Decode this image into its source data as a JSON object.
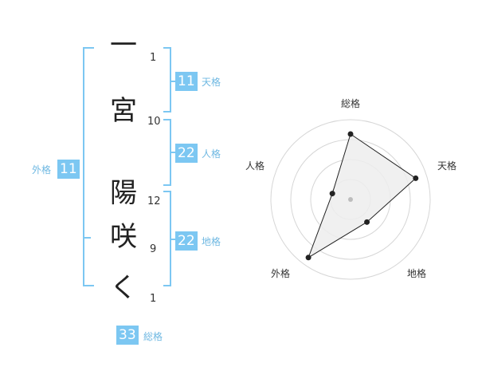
{
  "name": {
    "characters": [
      "一",
      "宮",
      "陽",
      "咲",
      "く"
    ],
    "strokes": [
      "1",
      "10",
      "12",
      "9",
      "1"
    ]
  },
  "kakusu": {
    "tenkaku": {
      "label": "天格",
      "value": "11"
    },
    "jinkaku": {
      "label": "人格",
      "value": "22"
    },
    "chikaku": {
      "label": "地格",
      "value": "22"
    },
    "gaikaku": {
      "label": "外格",
      "value": "11"
    },
    "soukaku": {
      "label": "総格",
      "value": "33"
    }
  },
  "radar": {
    "axes": [
      "総格",
      "天格",
      "地格",
      "外格",
      "人格"
    ],
    "values": [
      0.82,
      0.86,
      0.35,
      0.9,
      0.24
    ],
    "ring_count": 4,
    "colors": {
      "ring": "#d6d6d6",
      "fill": "#ededed",
      "stroke": "#222222",
      "point": "#222222",
      "center": "#bdbdbd"
    }
  },
  "colors": {
    "bracket": "#7cc7f2",
    "badge": "#7cc7f2"
  }
}
